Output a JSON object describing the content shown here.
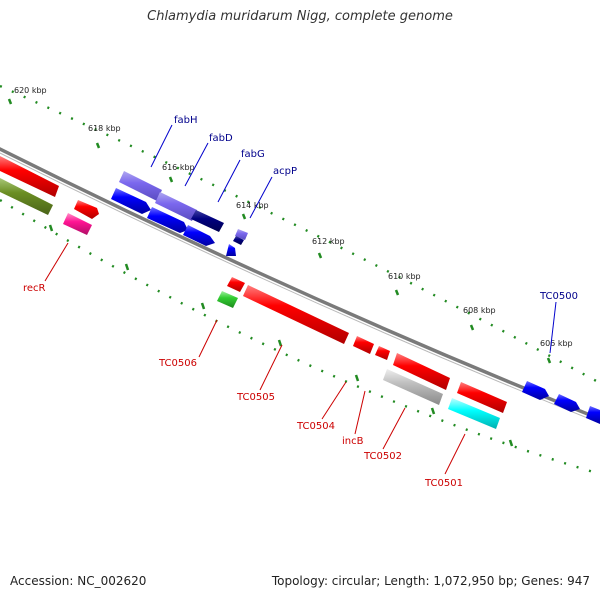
{
  "title": "Chlamydia muridarum Nigg, complete genome",
  "footer": {
    "accession": "Accession: NC_002620",
    "topology": "Topology: circular; Length: 1,072,950 bp; Genes: 947"
  },
  "scale_labels": [
    "620 kbp",
    "618 kbp",
    "616 kbp",
    "614 kbp",
    "612 kbp",
    "610 kbp",
    "608 kbp",
    "606 kbp"
  ],
  "gene_labels": {
    "fabH": "fabH",
    "fabD": "fabD",
    "fabG": "fabG",
    "acpP": "acpP",
    "TC0500": "TC0500",
    "recR": "recR",
    "TC0506": "TC0506",
    "TC0505": "TC0505",
    "TC0504": "TC0504",
    "incB": "incB",
    "TC0502": "TC0502",
    "TC0501": "TC0501"
  },
  "colors": {
    "forward_label": "#00008b",
    "reverse_label": "#cc0000",
    "backbone": "#808080",
    "scale_tick": "#228b22",
    "red_feature": "#ff0000",
    "blue_feature": "#0000ff",
    "slate_feature": "#7b68ee",
    "green_feature": "#32cd32",
    "olive_feature": "#6b8e23",
    "pink_feature": "#ff1493",
    "grey_feature": "#bebebe",
    "cyan_feature": "#00ffff",
    "navy_feature": "#000080"
  }
}
